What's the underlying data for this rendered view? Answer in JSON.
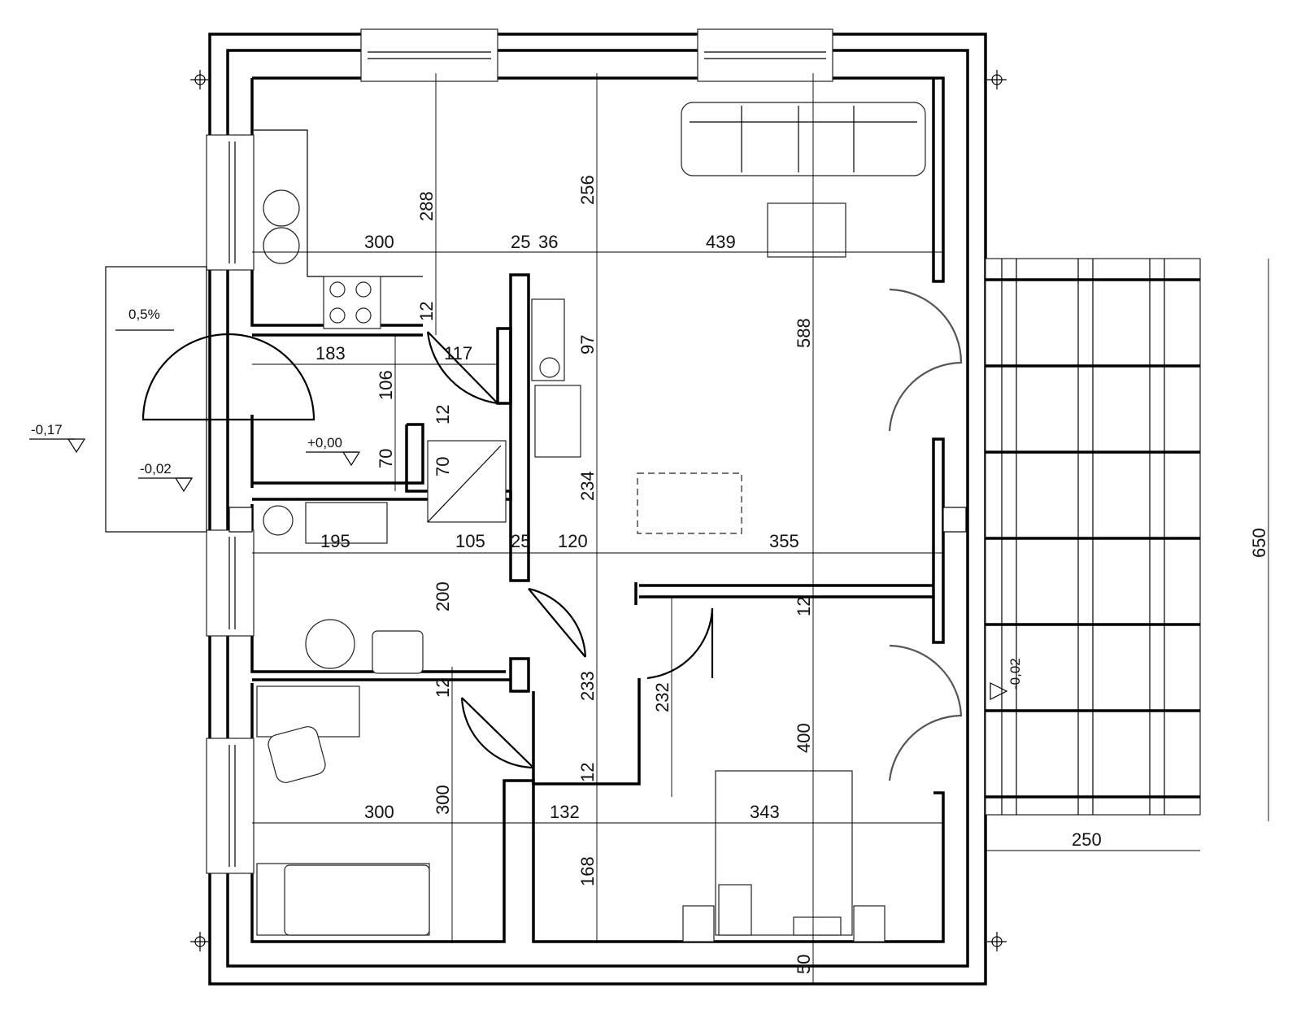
{
  "labels": {
    "d300_top": "300",
    "d25": "25",
    "d36": "36",
    "d439": "439",
    "d288": "288",
    "d256": "256",
    "d12_a": "12",
    "d183": "183",
    "d117": "117",
    "d97": "97",
    "d588": "588",
    "d106": "106",
    "d12_b": "12",
    "d70_a": "70",
    "d70_b": "70",
    "d234": "234",
    "d195": "195",
    "d105": "105",
    "d25_b": "25",
    "d120": "120",
    "d355": "355",
    "d200": "200",
    "d12_c": "12",
    "d12_d": "12",
    "d233": "233",
    "d232": "232",
    "d400": "400",
    "d12_e": "12",
    "d300_bl": "300",
    "d300_v": "300",
    "d132": "132",
    "d343": "343",
    "d168": "168",
    "d50": "50",
    "d650": "650",
    "d250": "250"
  },
  "levels": {
    "slope": "0,5%",
    "ext_left": "-0,17",
    "entrance": "-0,02",
    "interior": "+0,00",
    "terrace": "-0,02"
  }
}
